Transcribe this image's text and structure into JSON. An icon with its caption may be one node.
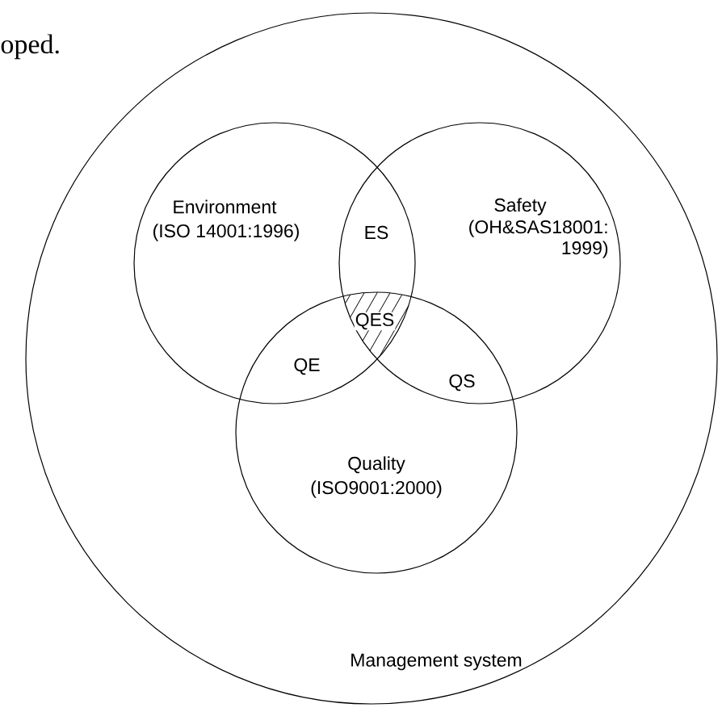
{
  "diagram": {
    "nodes": [
      {
        "text": [
          "Management system"
        ]
      },
      {
        "text": [
          "Environment",
          "(ISO 14001:1996)"
        ],
        "in": 0
      },
      {
        "text": [
          "Safety",
          "(OH&SAS18001: 1999)"
        ],
        "in": 0
      },
      {
        "text": [
          "Quality",
          "(ISO9001:2000)"
        ],
        "in": 0
      }
    ],
    "edges": [],
    "labels": [
      "oped.",
      "ES",
      "QES",
      "QE",
      "QS"
    ]
  }
}
